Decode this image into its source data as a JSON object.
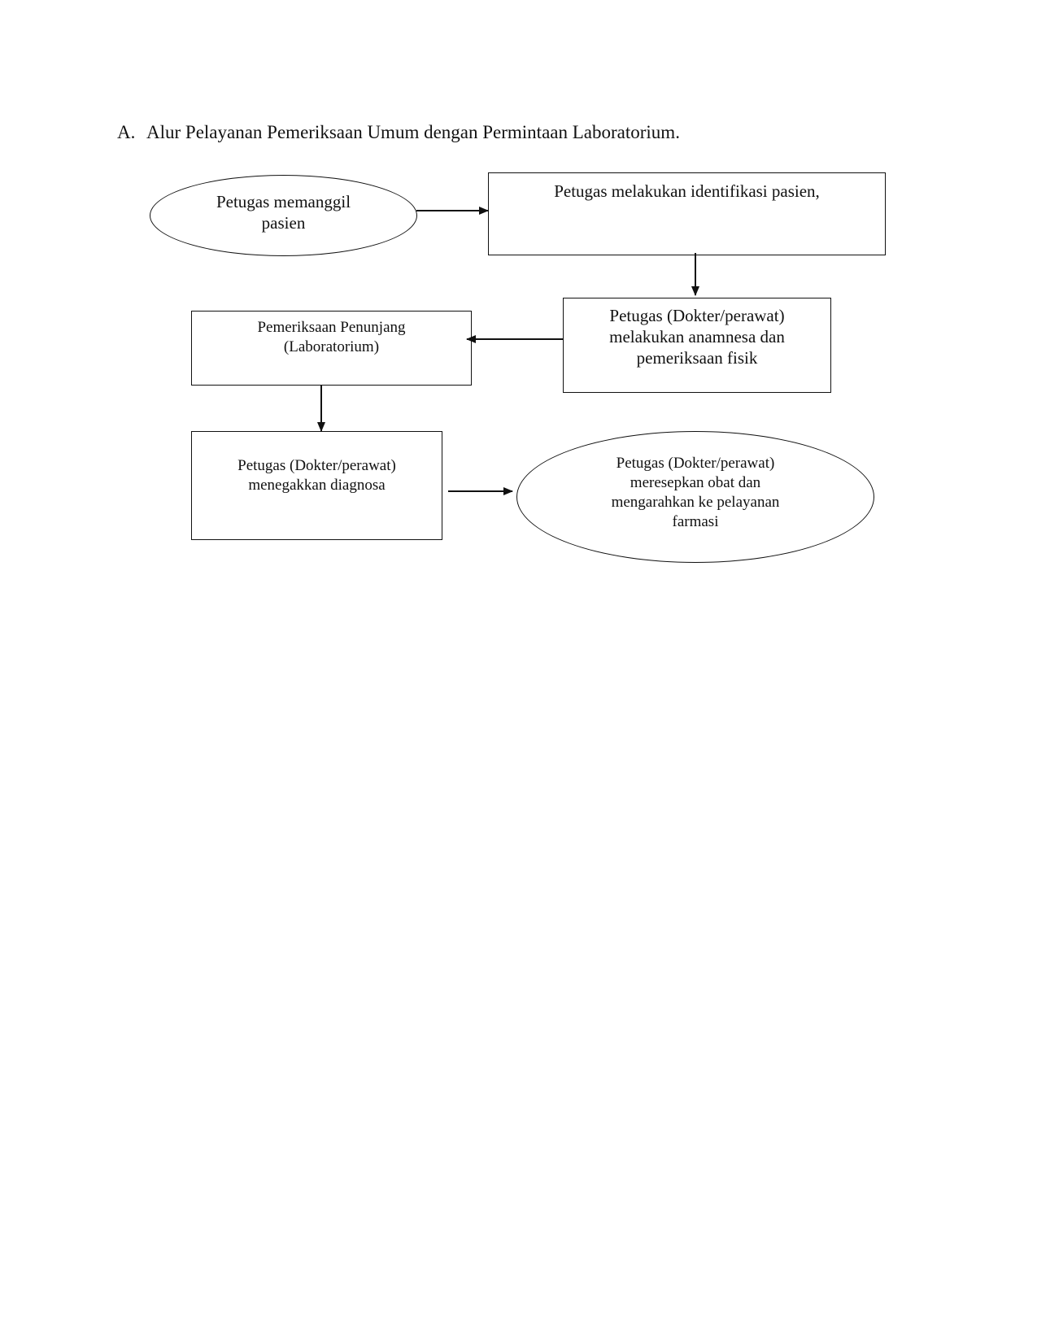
{
  "heading": {
    "marker": "A.",
    "text": "Alur Pelayanan Pemeriksaan Umum dengan Permintaan Laboratorium."
  },
  "nodes": {
    "call_patient": {
      "shape": "ellipse",
      "lines": [
        "Petugas memanggil",
        "pasien"
      ]
    },
    "identify_patient": {
      "shape": "rectangle",
      "lines": [
        "Petugas melakukan identifikasi pasien,"
      ]
    },
    "anamnesis": {
      "shape": "rectangle",
      "lines": [
        "Petugas (Dokter/perawat)",
        "melakukan anamnesa dan",
        "pemeriksaan fisik"
      ]
    },
    "lab_exam": {
      "shape": "rectangle",
      "lines": [
        "Pemeriksaan Penunjang",
        "(Laboratorium)"
      ]
    },
    "diagnosis": {
      "shape": "rectangle",
      "lines": [
        "Petugas (Dokter/perawat)",
        "menegakkan diagnosa"
      ]
    },
    "prescribe": {
      "shape": "ellipse",
      "lines": [
        "Petugas (Dokter/perawat)",
        "meresepkan obat dan",
        "mengarahkan ke pelayanan",
        "farmasi"
      ]
    }
  },
  "edges": [
    {
      "from": "call_patient",
      "to": "identify_patient"
    },
    {
      "from": "identify_patient",
      "to": "anamnesis"
    },
    {
      "from": "anamnesis",
      "to": "lab_exam"
    },
    {
      "from": "lab_exam",
      "to": "diagnosis"
    },
    {
      "from": "diagnosis",
      "to": "prescribe"
    }
  ]
}
